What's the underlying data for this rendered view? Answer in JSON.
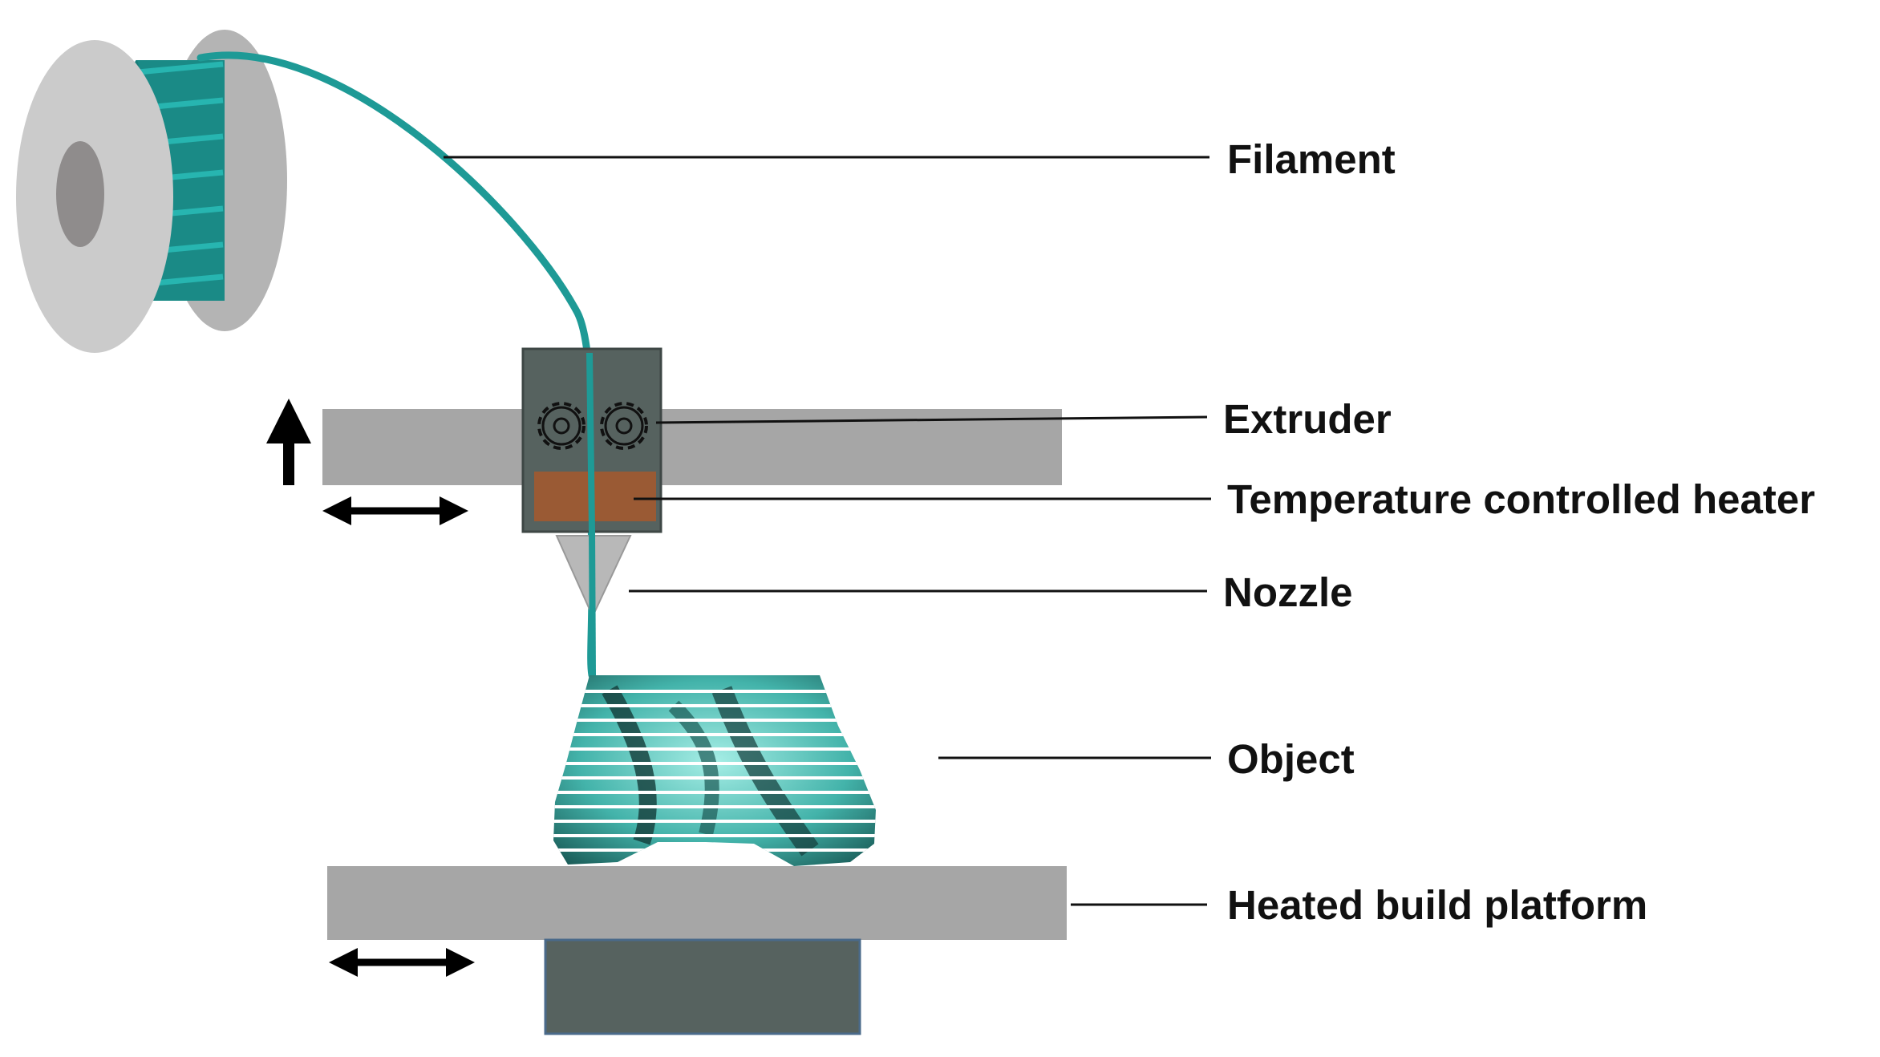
{
  "labels": {
    "filament": "Filament",
    "extruder": "Extruder",
    "heater": "Temperature controlled heater",
    "nozzle": "Nozzle",
    "object": "Object",
    "platform": "Heated build platform"
  },
  "colors": {
    "filament": "#1e9a96",
    "spool_flange": "#c8c8c8",
    "spool_hub": "#8f8c8c",
    "rail": "#a6a6a6",
    "extruder_body": "#56625f",
    "heater": "#9a5a34",
    "nozzle": "#b8b8b8",
    "base_block": "#56625f",
    "object": "#6fd0c8",
    "leader_line": "#111111"
  },
  "icons": {
    "spool": "filament-spool-icon",
    "gear": "gear-icon",
    "arrow_up": "arrow-up-icon",
    "arrow_horizontal": "double-arrow-horizontal-icon"
  }
}
